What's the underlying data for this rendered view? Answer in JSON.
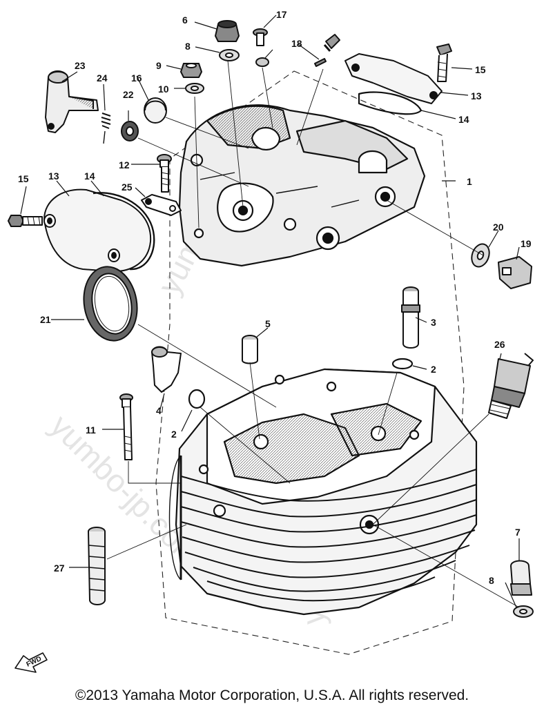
{
  "diagram": {
    "callouts": [
      "6",
      "17",
      "8",
      "18",
      "9",
      "10",
      "16",
      "22",
      "24",
      "23",
      "15",
      "13",
      "14",
      "12",
      "1",
      "25",
      "15",
      "13",
      "14",
      "20",
      "19",
      "21",
      "3",
      "5",
      "2",
      "26",
      "4",
      "2",
      "11",
      "27",
      "7",
      "8"
    ],
    "fwd_label": "FWD",
    "watermark": "yumbo-jp.com"
  },
  "footer": {
    "copyright": "©2013 Yamaha Motor Corporation, U.S.A. All rights reserved."
  }
}
